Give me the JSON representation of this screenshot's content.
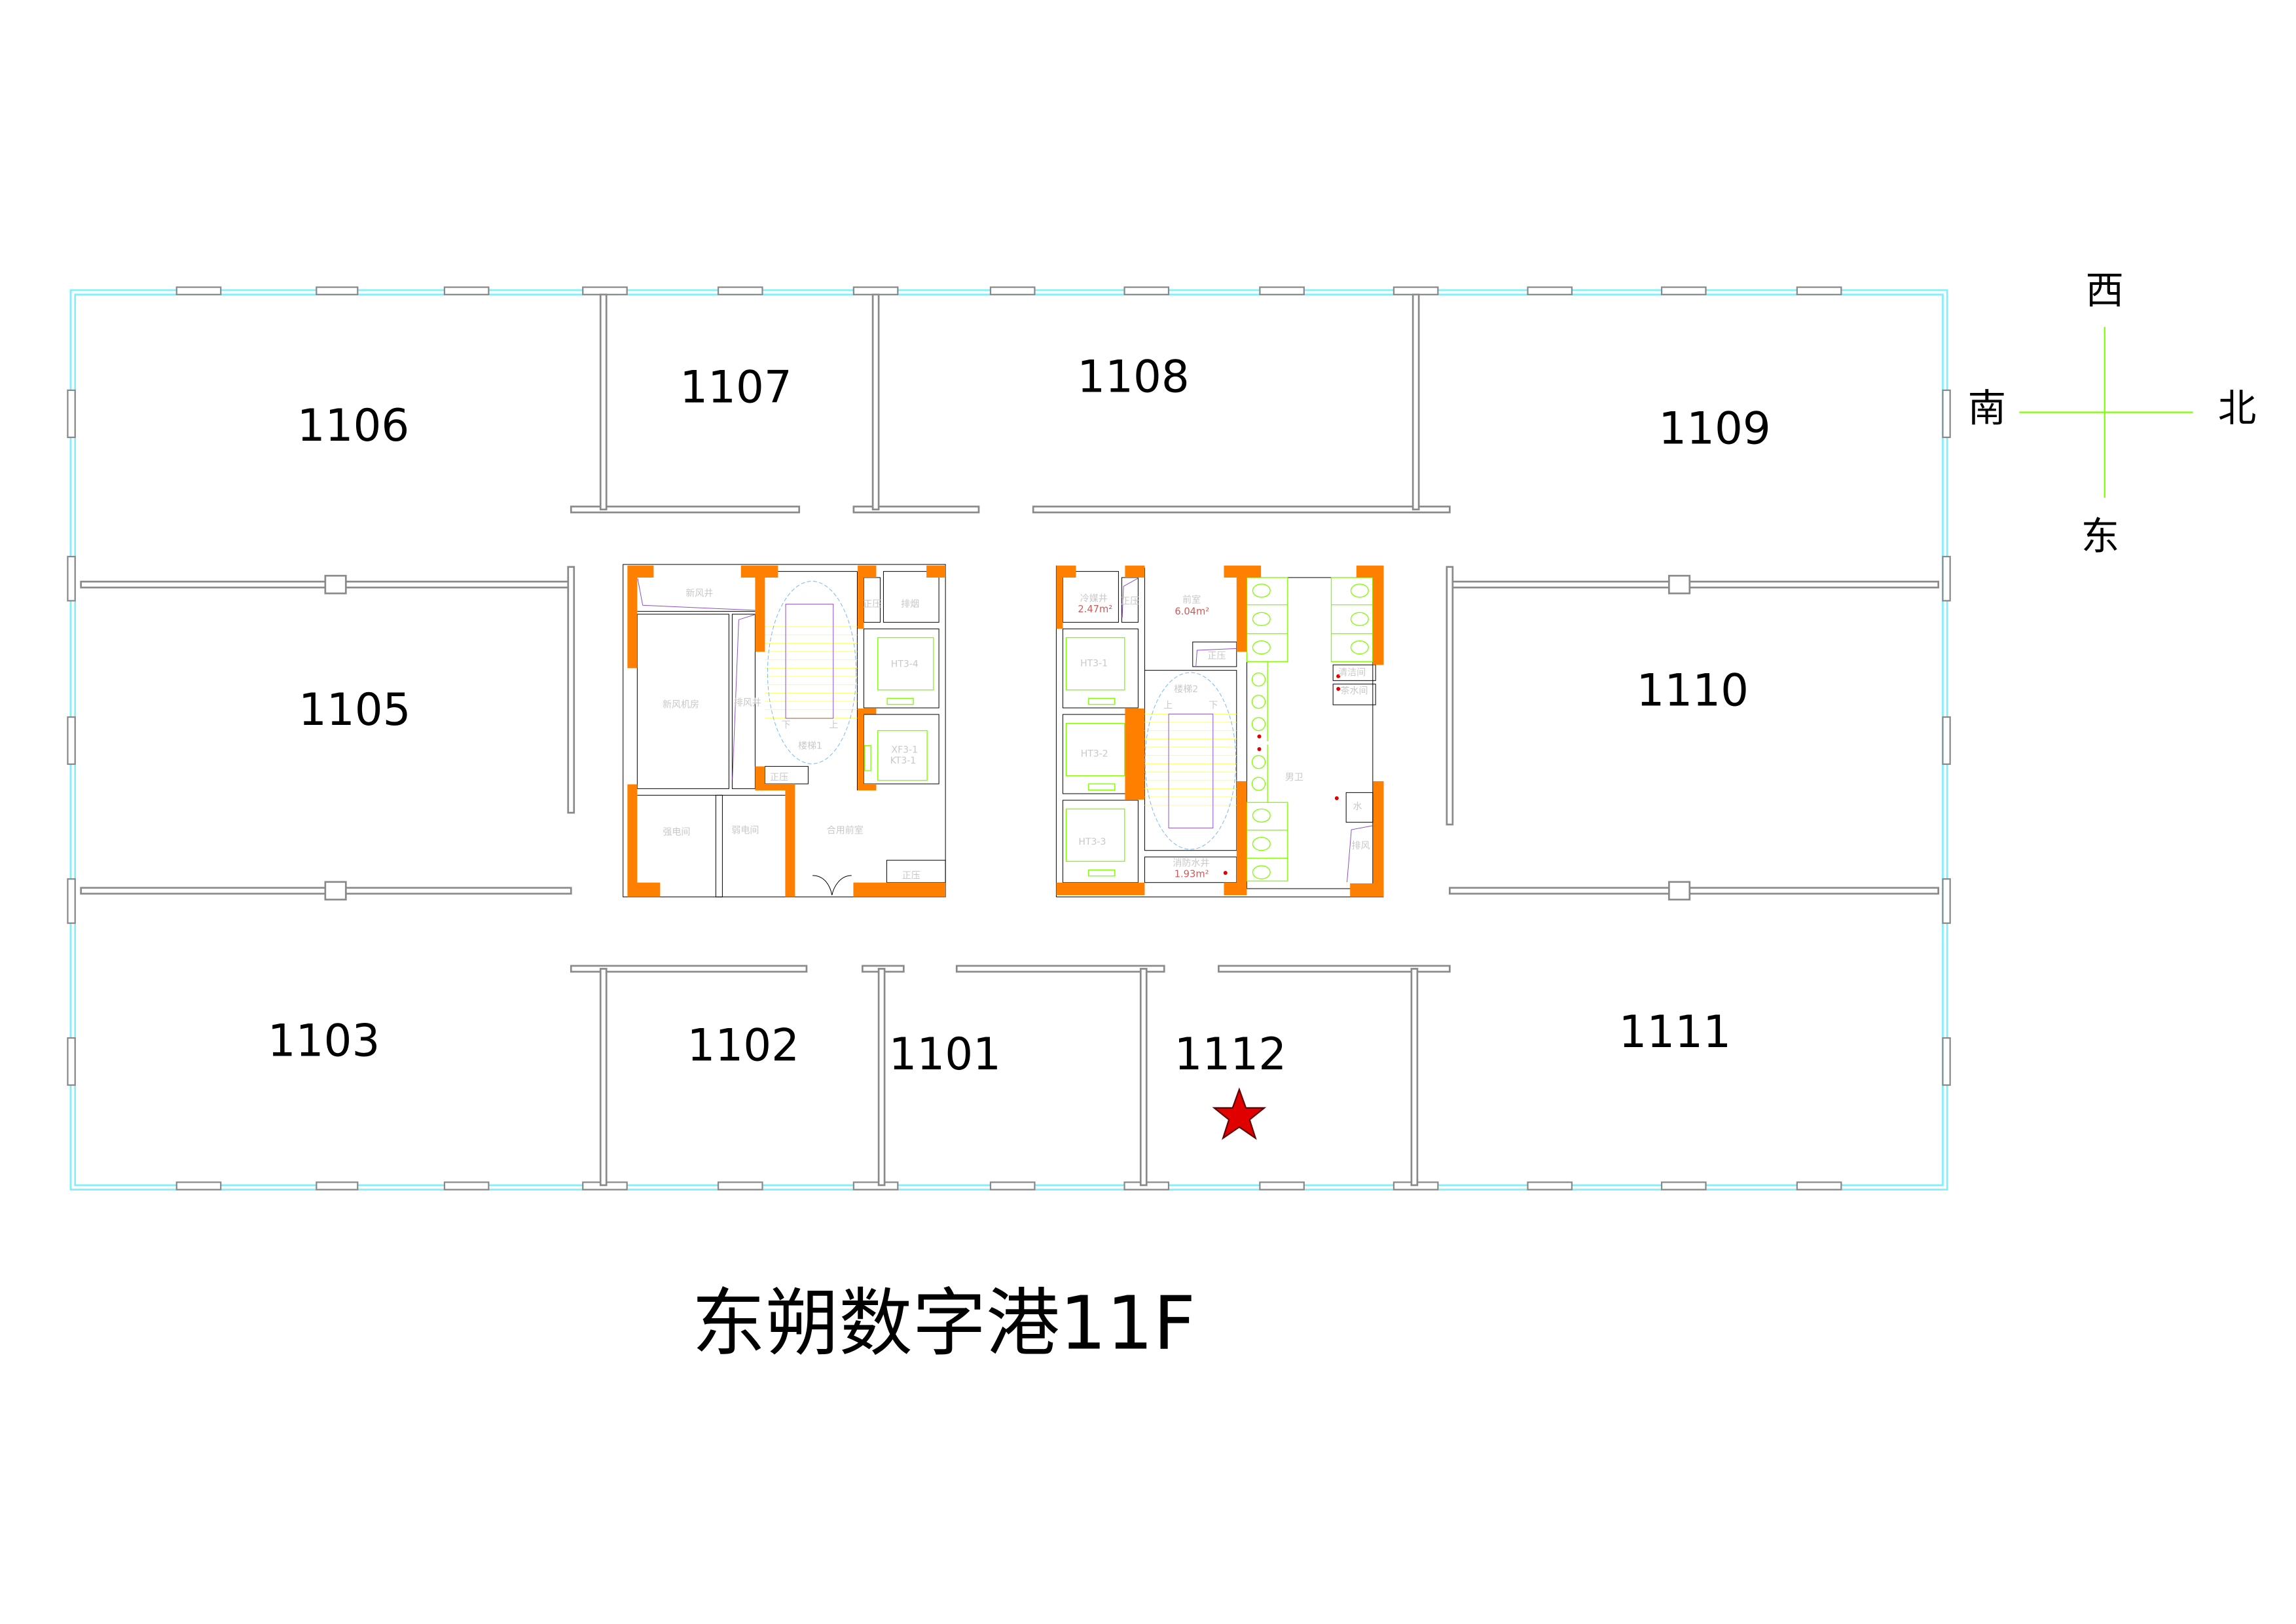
{
  "title": "东朔数字港11F",
  "rooms": {
    "r1106": "1106",
    "r1107": "1107",
    "r1108": "1108",
    "r1109": "1109",
    "r1105": "1105",
    "r1110": "1110",
    "r1103": "1103",
    "r1102": "1102",
    "r1101": "1101",
    "r1112": "1112",
    "r1111": "1111"
  },
  "marker": {
    "room": "1112",
    "icon": "star-icon",
    "color": "#e00000"
  },
  "compass": {
    "north": "北",
    "south": "南",
    "east": "东",
    "west": "西"
  },
  "core_left": {
    "fresh_air_shaft": "新风井",
    "fresh_air_room": "新风机房",
    "exhaust_shaft": "排风井",
    "pressurize": "正压",
    "smoke_exhaust": "排烟",
    "elevator_ht34": "HT3-4",
    "elevator_xf": "XF3-1",
    "elevator_kt": "KT3-1",
    "stair": "楼梯1",
    "down": "下",
    "up": "上",
    "strong_elec": "强电间",
    "weak_elec": "弱电间",
    "lobby": "合用前室"
  },
  "core_right": {
    "refrigerant_shaft": "冷媒井",
    "refrigerant_area": "2.47m²",
    "pressurize": "正压",
    "anteroom": "前室",
    "anteroom_area": "6.04m²",
    "elevator_1": "HT3-1",
    "elevator_2": "HT3-2",
    "elevator_3": "HT3-3",
    "stair": "楼梯2",
    "up": "上",
    "down": "下",
    "fire_water_shaft": "消防水井",
    "fire_water_area": "1.93m²",
    "cleaning": "清洁间",
    "tea_room": "茶水间",
    "mens_toilet": "男卫",
    "water": "水",
    "exhaust": "排风"
  }
}
